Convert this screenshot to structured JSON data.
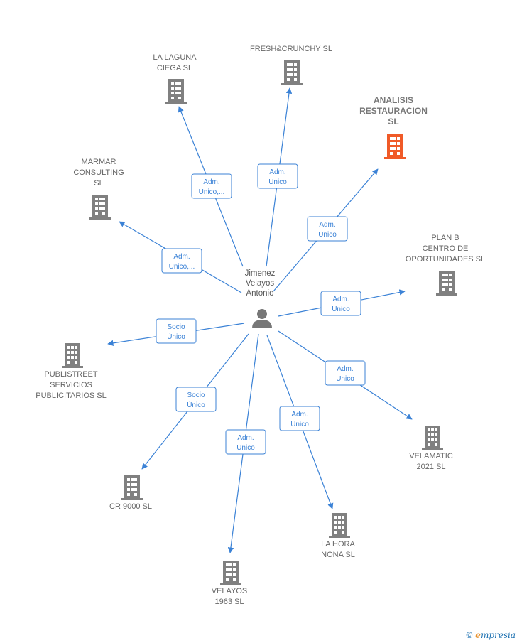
{
  "center": {
    "name_lines": [
      "Jimenez",
      "Velayos",
      "Antonio"
    ],
    "icon": "person-icon"
  },
  "colors": {
    "edge": "#3b82d6",
    "building": "#808080",
    "building_highlight": "#f05a28"
  },
  "companies": [
    {
      "id": "la-laguna-ciega",
      "lines": [
        "LA LAGUNA",
        "CIEGA  SL"
      ],
      "relation": [
        "Adm.",
        "Unico,..."
      ],
      "highlight": false
    },
    {
      "id": "freshcrunchy",
      "lines": [
        "FRESH&CRUNCHY SL"
      ],
      "relation": [
        "Adm.",
        "Unico"
      ],
      "highlight": false
    },
    {
      "id": "analisis-restauracion",
      "lines": [
        "ANALISIS",
        "RESTAURACION",
        "SL"
      ],
      "relation": [
        "Adm.",
        "Unico"
      ],
      "highlight": true
    },
    {
      "id": "marmar-consulting",
      "lines": [
        "MARMAR",
        "CONSULTING",
        "SL"
      ],
      "relation": [
        "Adm.",
        "Unico,..."
      ],
      "highlight": false
    },
    {
      "id": "plan-b",
      "lines": [
        "PLAN B",
        "CENTRO DE",
        "OPORTUNIDADES SL"
      ],
      "relation": [
        "Adm.",
        "Unico"
      ],
      "highlight": false
    },
    {
      "id": "publistreet",
      "lines": [
        "PUBLISTREET",
        "SERVICIOS",
        "PUBLICITARIOS SL"
      ],
      "relation": [
        "Socio",
        "Único"
      ],
      "highlight": false
    },
    {
      "id": "velamatic",
      "lines": [
        "VELAMATIC",
        "2021 SL"
      ],
      "relation": [
        "Adm.",
        "Unico"
      ],
      "highlight": false
    },
    {
      "id": "cr-9000",
      "lines": [
        "CR 9000  SL"
      ],
      "relation": [
        "Socio",
        "Único"
      ],
      "highlight": false
    },
    {
      "id": "la-hora-nona",
      "lines": [
        "LA HORA",
        "NONA  SL"
      ],
      "relation": [
        "Adm.",
        "Unico"
      ],
      "highlight": false
    },
    {
      "id": "velayos-1963",
      "lines": [
        "VELAYOS",
        "1963 SL"
      ],
      "relation": [
        "Adm.",
        "Unico"
      ],
      "highlight": false
    }
  ],
  "footer": {
    "copyright": "©",
    "brand_initial": "e",
    "brand_rest": "mpresia"
  }
}
